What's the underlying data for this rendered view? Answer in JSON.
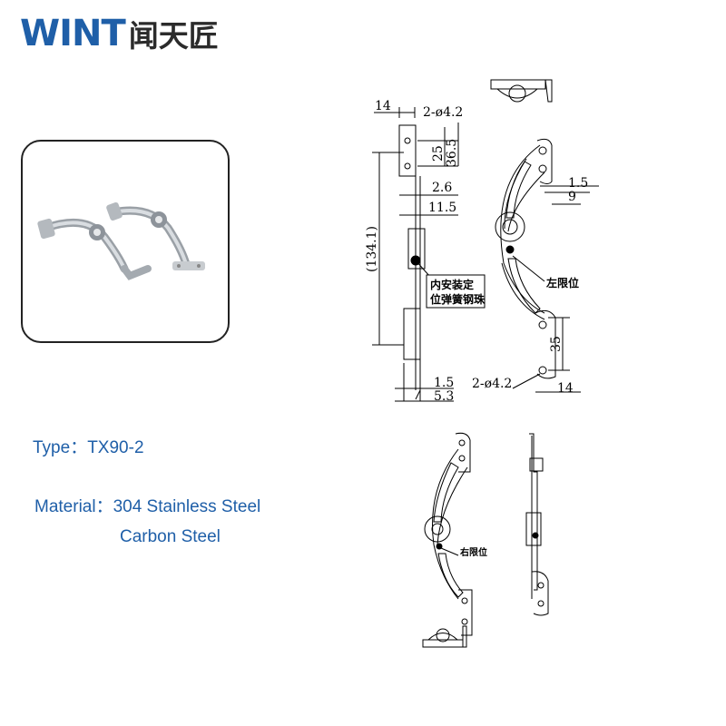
{
  "brand": {
    "name_latin": "WINT",
    "name_cjk": "闻天匠"
  },
  "product": {
    "type_label": "Type：",
    "type_value": "TX90-2",
    "material_label": "Material：",
    "material_values": [
      "304 Stainless Steel",
      "Carbon Steel"
    ]
  },
  "drawing": {
    "dims": {
      "w14_top": "14",
      "hole_top": "2-ø4.2",
      "d25": "25",
      "d36_5": "36.5",
      "d2_6": "2.6",
      "d11_5": "11.5",
      "d134_1": "(134.1)",
      "d1_5_right": "1.5",
      "d9": "9",
      "d35": "35",
      "hole_bottom": "2-ø4.2",
      "w14_bottom": "14",
      "d1_5_bottom": "1.5",
      "d5_3": "5.3"
    },
    "notes": {
      "inner_line1": "内安装定",
      "inner_line2": "位弹簧钢珠",
      "left_limit": "左限位",
      "right_limit": "右限位"
    }
  }
}
